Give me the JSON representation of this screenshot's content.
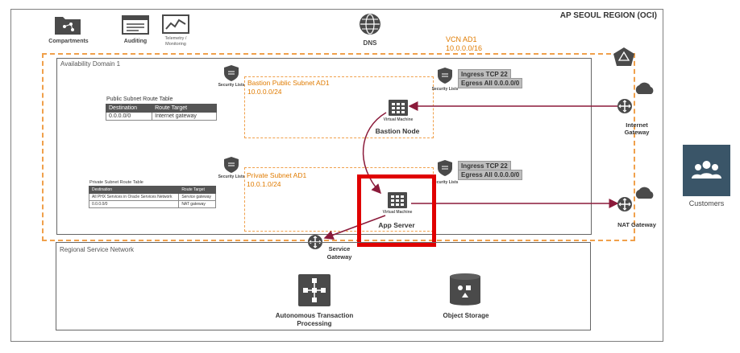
{
  "region": {
    "title": "AP SEOUL REGION (OCI)"
  },
  "top_icons": {
    "compartments": "Compartments",
    "auditing": "Auditing",
    "telemetry": "Telemetry / Monitoring",
    "dns": "DNS"
  },
  "vcn": {
    "name": "VCN AD1",
    "cidr": "10.0.0.0/16"
  },
  "availability_domain": {
    "label": "Availability Domain 1"
  },
  "security_lists_label": "Security Lists",
  "public_subnet": {
    "name": "Bastion Public Subnet AD1",
    "cidr": "10.0.0.0/24",
    "vm_label": "Virtual Machine",
    "node_label": "Bastion Node",
    "ingress": "Ingress TCP 22",
    "egress": "Egress All 0.0.0.0/0"
  },
  "private_subnet": {
    "name": "Private Subnet AD1",
    "cidr": "10.0.1.0/24",
    "vm_label": "Virtual Machine",
    "node_label": "App Server",
    "ingress": "Ingress TCP 22",
    "egress": "Egress All 0.0.0.0/0"
  },
  "public_route_table": {
    "title": "Public Subnet Route Table",
    "headers": [
      "Destination",
      "Route Target"
    ],
    "rows": [
      [
        "0.0.0.0/0",
        "Internet gateway"
      ]
    ]
  },
  "private_route_table": {
    "title": "Private Subnet Route Table",
    "headers": [
      "Destination",
      "Route Target"
    ],
    "rows": [
      [
        "All PHX Services in Oracle Services Network",
        "Service gateway"
      ],
      [
        "0.0.0.0/0",
        "NAT gateway"
      ]
    ]
  },
  "gateways": {
    "internet": "Internet Gateway",
    "nat": "NAT Gateway",
    "service": "Service Gateway"
  },
  "regional_service_network": {
    "label": "Regional Service Network",
    "atp": "Autonomous Transaction Processing",
    "object_storage": "Object Storage"
  },
  "customers": {
    "label": "Customers"
  },
  "colors": {
    "orange": "#f0a04b",
    "highlight": "#e00000",
    "arrow": "#8b1a3a",
    "icon": "#4a4a4a",
    "customers_bg": "#3a5568"
  }
}
